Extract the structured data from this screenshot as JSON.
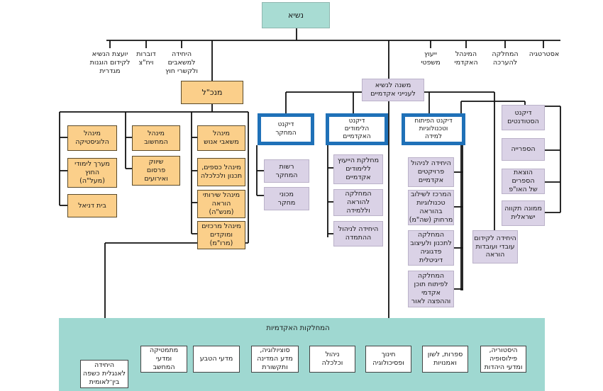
{
  "president": "נשיא",
  "top_units": {
    "advisor": "יועצת הנשיא\nלקידום הוגנות\nמגדרית",
    "spokesman": "דוברות\nויח\"צ",
    "resources": "היחידה\nלמשאבים\nולקשרי חוץ",
    "legal": "ייעוץ\nמשפטי",
    "academic_admin": "המינהל\nהאקדמי",
    "evaluation": "המחלקה\nלהערכה",
    "strategy": "אסטרטגיה"
  },
  "ceo": {
    "title": "מנכ\"ל",
    "admins": [
      "מינהל\nהלוגיסטיקה",
      "מינהל\nהמחשוב",
      "מינהל\nמשאבי אנוש",
      "מערך לימודי\nהחוץ\n(מעל\"ה)",
      "שיווק\nפרסום\nואירועים",
      "מינהל כספים,\nתכנון ולכלכלה",
      "בית דניאל",
      "מינהל שירותי\nהוראה\n(מנש\"ה)",
      "מינהל מרכזים\nומוקדים\n(מרו\"מ)"
    ]
  },
  "vp": "משנה לנשיא\nלענייני אקדמיים",
  "research": {
    "dean": "דיקנט\nהמחקר",
    "items": [
      "רשות\nהמחקר",
      "מכוני\nמחקר"
    ]
  },
  "studies": {
    "dean": "דיקנט\nהלימודים\nהאקדמיים",
    "items": [
      "מחלקת הייעוץ\nללימודים\nאקדמיים",
      "המחלקה\nלהוראה\nוללמידה",
      "היחידה לניהול\nההתמדה"
    ]
  },
  "development": {
    "dean": "דיקנט הפיתוח\nוטכנולוגיות\nלמידה",
    "items": [
      "היחידה לניהול\nפרויקטים\nאקדמיים",
      "המרכז לשילוב\nטכנולוגיות\nבהוראה\nמרחוק (שה\"מ)",
      "המחלקה\nלתכנון ולעיצוב\nפדגוגיה\nדיגיטלית",
      "המחלקה\nלפיתוח תוכן\nאקדמי\nוההפצה לאור"
    ]
  },
  "vp_units": [
    "דיקנט\nהסטודנטים",
    "הספרייה",
    "הוצאת הספרים\nשל האו\"פ",
    "ממונה תקווה\nישראלית"
  ],
  "staff_unit": "היחידה לקידום\nעובדי ועובדות\nהוראה",
  "departments": {
    "title": "המחלקות האקדמיות",
    "list": [
      "היסטוריה,\nפילוסופיה\nומדעי היהדות",
      "ספרות, לשון\nואמנויות",
      "חינוך\nופסיכולוגיה",
      "ניהול\nוכלכלה",
      "סוציולוגיה,\nמדע המדינה\nותקשורת",
      "מדעי הטבע",
      "מתמטיקה\nומדעי\nהמחשב"
    ],
    "english": "היחידה\nלאנגלית כשפה\nבין־לאומית"
  },
  "colors": {
    "teal": "#a8dcd3",
    "orange": "#fbcf8a",
    "lavender": "#dad2e6",
    "blue": "#1f71b8"
  }
}
